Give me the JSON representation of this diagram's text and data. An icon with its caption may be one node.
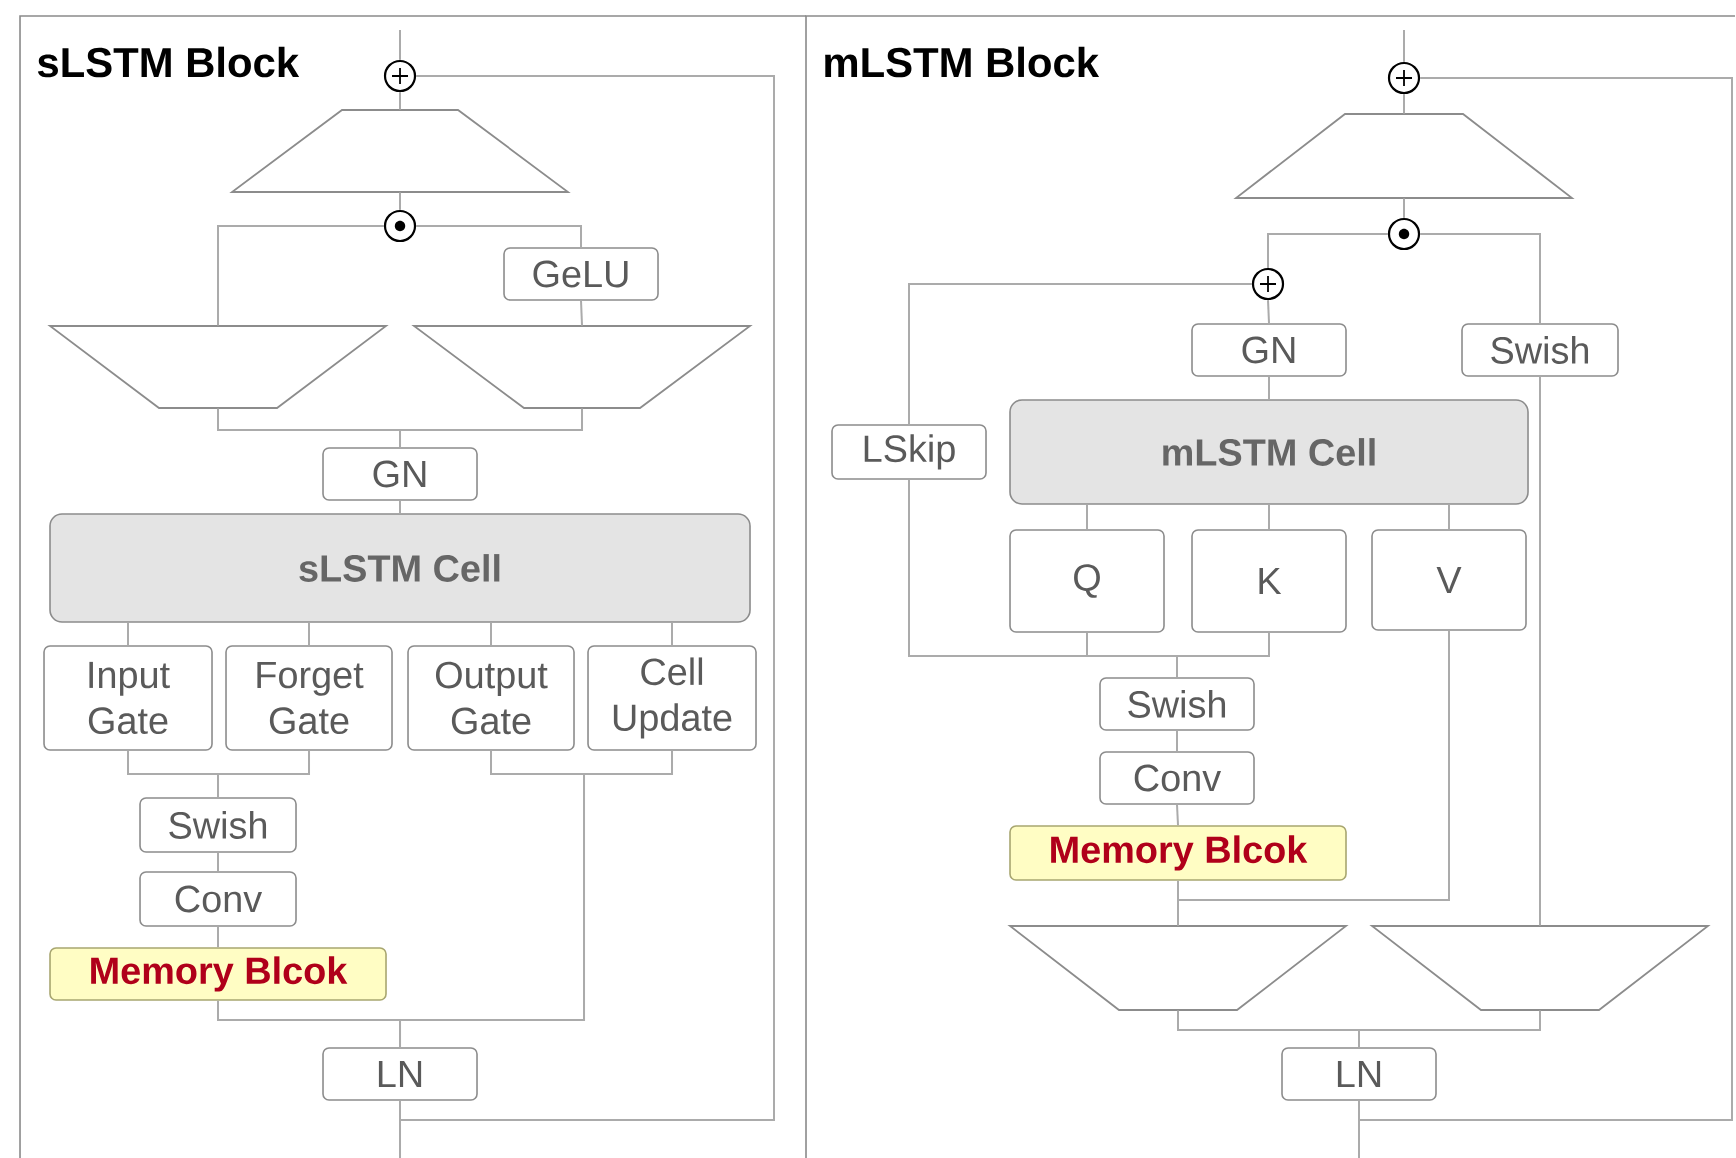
{
  "diagram": {
    "nodes": [
      {
        "text": [
          "sLSTM Block"
        ]
      },
      {
        "text": [],
        "shape": "circle",
        "in": 0
      },
      {
        "text": [],
        "shape": "trapezoid",
        "in": 0
      },
      {
        "text": [],
        "shape": "circle",
        "in": 0
      },
      {
        "text": [
          "GeLU"
        ],
        "in": 0
      },
      {
        "text": [],
        "shape": "trapezoid",
        "in": 0
      },
      {
        "text": [],
        "shape": "trapezoid",
        "in": 0
      },
      {
        "text": [
          "GN"
        ],
        "in": 0
      },
      {
        "text": [
          "sLSTM Cell"
        ],
        "in": 0
      },
      {
        "text": [
          "Input Gate"
        ],
        "in": 0
      },
      {
        "text": [
          "Forget Gate"
        ],
        "in": 0
      },
      {
        "text": [
          "Output Gate"
        ],
        "in": 0
      },
      {
        "text": [
          "Cell Update"
        ],
        "in": 0
      },
      {
        "text": [
          "Swish"
        ],
        "in": 0
      },
      {
        "text": [
          "Conv"
        ],
        "in": 0
      },
      {
        "text": [
          "Memory Blcok"
        ],
        "in": 0
      },
      {
        "text": [
          "LN"
        ],
        "in": 0
      },
      {
        "text": [
          "mLSTM Block"
        ]
      },
      {
        "text": [],
        "shape": "circle",
        "in": 17
      },
      {
        "text": [],
        "shape": "trapezoid",
        "in": 17
      },
      {
        "text": [],
        "shape": "circle",
        "in": 17
      },
      {
        "text": [],
        "shape": "circle",
        "in": 17
      },
      {
        "text": [
          "GN"
        ],
        "in": 17
      },
      {
        "text": [
          "Swish"
        ],
        "in": 17
      },
      {
        "text": [
          "LSkip"
        ],
        "in": 17
      },
      {
        "text": [
          "mLSTM Cell"
        ],
        "in": 17
      },
      {
        "text": [
          "Q"
        ],
        "in": 17
      },
      {
        "text": [
          "K"
        ],
        "in": 17
      },
      {
        "text": [
          "V"
        ],
        "in": 17
      },
      {
        "text": [
          "Swish"
        ],
        "in": 17
      },
      {
        "text": [
          "Conv"
        ],
        "in": 17
      },
      {
        "text": [
          "Memory Blcok"
        ],
        "in": 17
      },
      {
        "text": [],
        "shape": "trapezoid",
        "in": 17
      },
      {
        "text": [],
        "shape": "trapezoid",
        "in": 17
      },
      {
        "text": [
          "LN"
        ],
        "in": 17
      }
    ],
    "edges": [
      {
        "from": null,
        "to": 16,
        "arrow": "none"
      },
      {
        "from": null,
        "to": 1,
        "arrow": "none"
      },
      {
        "from": 16,
        "to": 15,
        "arrow": "none"
      },
      {
        "from": 16,
        "to": 11,
        "arrow": "none"
      },
      {
        "from": 16,
        "to": 12,
        "arrow": "none"
      },
      {
        "from": 15,
        "to": 14,
        "arrow": "none"
      },
      {
        "from": 14,
        "to": 13,
        "arrow": "none"
      },
      {
        "from": 13,
        "to": 9,
        "arrow": "none"
      },
      {
        "from": 13,
        "to": 10,
        "arrow": "none"
      },
      {
        "from": 9,
        "to": 8,
        "arrow": "none"
      },
      {
        "from": 10,
        "to": 8,
        "arrow": "none"
      },
      {
        "from": 11,
        "to": 8,
        "arrow": "none"
      },
      {
        "from": 12,
        "to": 8,
        "arrow": "none"
      },
      {
        "from": 8,
        "to": 7,
        "arrow": "none"
      },
      {
        "from": 7,
        "to": 5,
        "arrow": "none"
      },
      {
        "from": 7,
        "to": 6,
        "arrow": "none"
      },
      {
        "from": 5,
        "to": 3,
        "arrow": "none"
      },
      {
        "from": 6,
        "to": 4,
        "arrow": "none"
      },
      {
        "from": 4,
        "to": 3,
        "arrow": "none"
      },
      {
        "from": 3,
        "to": 2,
        "arrow": "none"
      },
      {
        "from": 2,
        "to": 1,
        "arrow": "none"
      },
      {
        "from": 1,
        "to": null,
        "arrow": "none"
      },
      {
        "from": null,
        "to": 34,
        "arrow": "none"
      },
      {
        "from": null,
        "to": 18,
        "arrow": "none"
      },
      {
        "from": 34,
        "to": 32,
        "arrow": "none"
      },
      {
        "from": 34,
        "to": 33,
        "arrow": "none"
      },
      {
        "from": 32,
        "to": 31,
        "arrow": "none"
      },
      {
        "from": 32,
        "to": 28,
        "arrow": "none"
      },
      {
        "from": 33,
        "to": 23,
        "arrow": "none"
      },
      {
        "from": 31,
        "to": 30,
        "arrow": "none"
      },
      {
        "from": 30,
        "to": 29,
        "arrow": "none"
      },
      {
        "from": 29,
        "to": 26,
        "arrow": "none"
      },
      {
        "from": 29,
        "to": 27,
        "arrow": "none"
      },
      {
        "from": 29,
        "to": 24,
        "arrow": "none"
      },
      {
        "from": 26,
        "to": 25,
        "arrow": "none"
      },
      {
        "from": 27,
        "to": 25,
        "arrow": "none"
      },
      {
        "from": 28,
        "to": 25,
        "arrow": "none"
      },
      {
        "from": 25,
        "to": 22,
        "arrow": "none"
      },
      {
        "from": 22,
        "to": 21,
        "arrow": "none"
      },
      {
        "from": 24,
        "to": 21,
        "arrow": "none"
      },
      {
        "from": 21,
        "to": 20,
        "arrow": "none"
      },
      {
        "from": 23,
        "to": 20,
        "arrow": "none"
      },
      {
        "from": 20,
        "to": 19,
        "arrow": "none"
      },
      {
        "from": 19,
        "to": 18,
        "arrow": "none"
      },
      {
        "from": 18,
        "to": null,
        "arrow": "none"
      }
    ]
  }
}
